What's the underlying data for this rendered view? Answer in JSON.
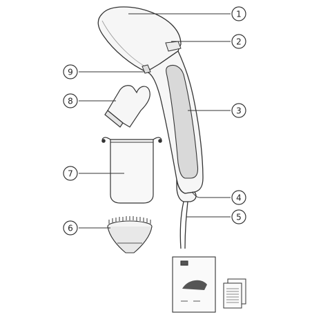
{
  "callouts": [
    {
      "id": "c1",
      "label": "1"
    },
    {
      "id": "c2",
      "label": "2"
    },
    {
      "id": "c3",
      "label": "3"
    },
    {
      "id": "c4",
      "label": "4"
    },
    {
      "id": "c5",
      "label": "5"
    },
    {
      "id": "c6",
      "label": "6"
    },
    {
      "id": "c7",
      "label": "7"
    },
    {
      "id": "c8",
      "label": "8"
    },
    {
      "id": "c9",
      "label": "9"
    }
  ],
  "colors": {
    "line": "#333333",
    "panel": "#dcdcdc",
    "body": "#f4f4f4"
  }
}
